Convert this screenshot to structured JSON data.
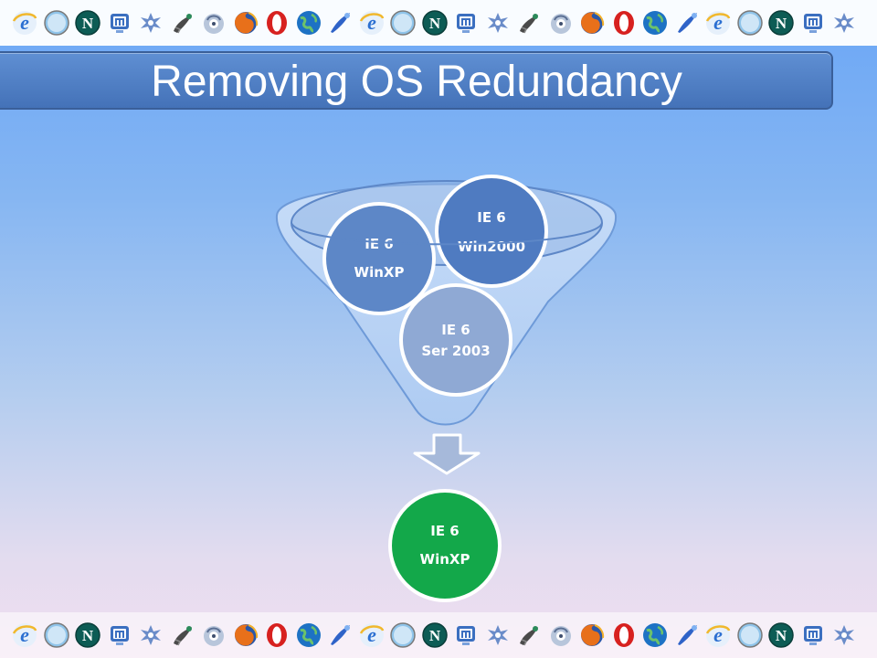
{
  "slide": {
    "title": "Removing OS Redundancy"
  },
  "diagram": {
    "funnel_items": [
      {
        "line1": "IE 6",
        "line2": "WinXP"
      },
      {
        "line1": "IE 6",
        "line2": "Win2000"
      },
      {
        "line1": "IE 6",
        "line2": "Ser 2003"
      }
    ],
    "result": {
      "line1": "IE 6",
      "line2": "WinXP"
    }
  },
  "colors": {
    "funnel_fill": "#bcd7f7",
    "funnel_border": "#6e9ad8",
    "circle_winxp": "#5d87c7",
    "circle_win2000": "#4f7bc1",
    "circle_ser2003": "#8fa9d4",
    "result_circle": "#13a84a",
    "arrow_fill": "#a6b9da"
  },
  "icon_strip": [
    "ie-icon",
    "safari-icon",
    "netscape-icon",
    "monitor-icon",
    "flock-icon",
    "seamonkey-icon",
    "k-meleon-icon",
    "firefox-icon",
    "opera-icon",
    "globe-icon",
    "comet-icon",
    "ie-icon",
    "safari-icon",
    "netscape-icon",
    "monitor-icon",
    "flock-icon",
    "seamonkey-icon",
    "k-meleon-icon",
    "firefox-icon",
    "opera-icon",
    "globe-icon",
    "comet-icon",
    "ie-icon",
    "safari-icon",
    "netscape-icon",
    "monitor-icon",
    "flock-icon"
  ]
}
